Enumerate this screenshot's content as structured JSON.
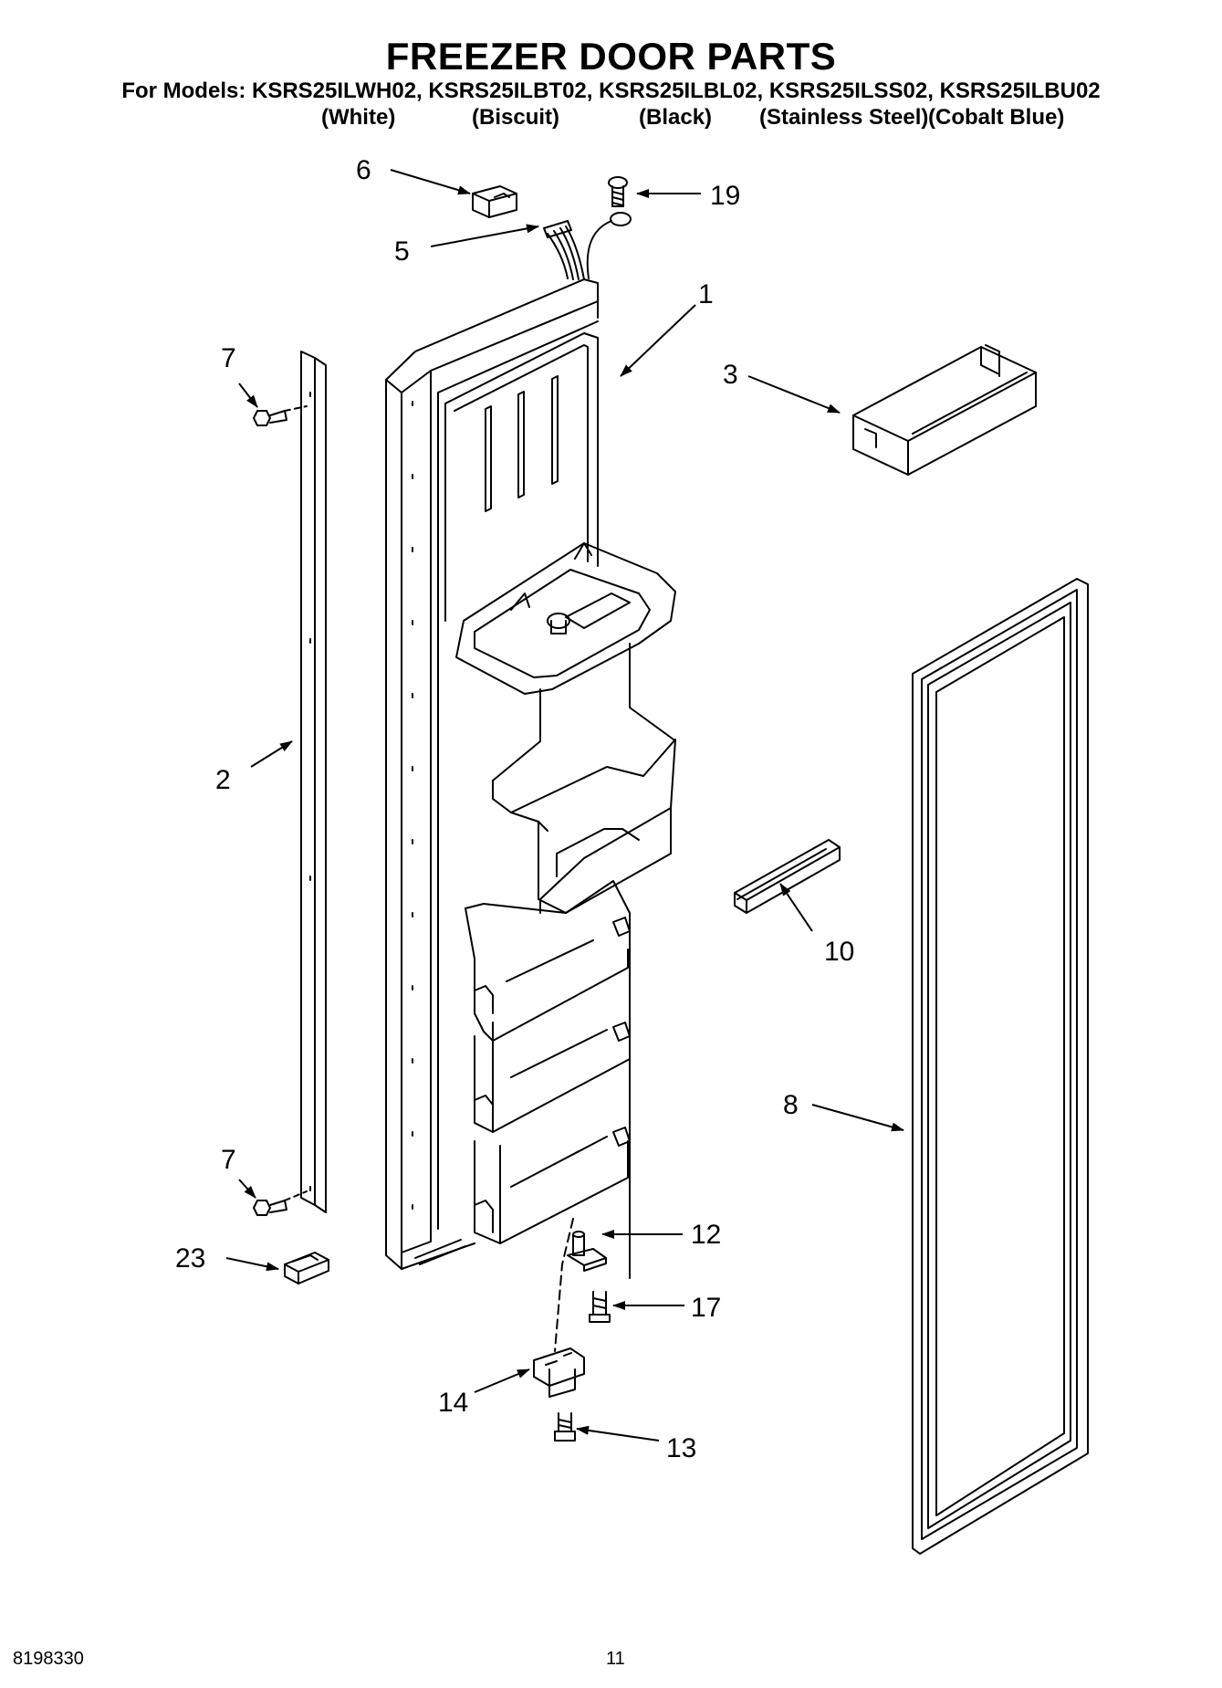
{
  "header": {
    "title": "FREEZER DOOR PARTS",
    "models": "For Models: KSRS25ILWH02, KSRS25ILBT02, KSRS25ILBL02, KSRS25ILSS02, KSRS25ILBU02",
    "colors": [
      "(White)",
      "(Biscuit)",
      "(Black)",
      "(Stainless Steel)",
      "(Cobalt Blue)"
    ]
  },
  "callouts": {
    "c6": "6",
    "c19": "19",
    "c5": "5",
    "c1": "1",
    "c7a": "7",
    "c3": "3",
    "c2": "2",
    "c10": "10",
    "c8": "8",
    "c7b": "7",
    "c23": "23",
    "c12": "12",
    "c17": "17",
    "c14": "14",
    "c13": "13"
  },
  "footer": {
    "doc_number": "8198330",
    "page_number": "11"
  }
}
